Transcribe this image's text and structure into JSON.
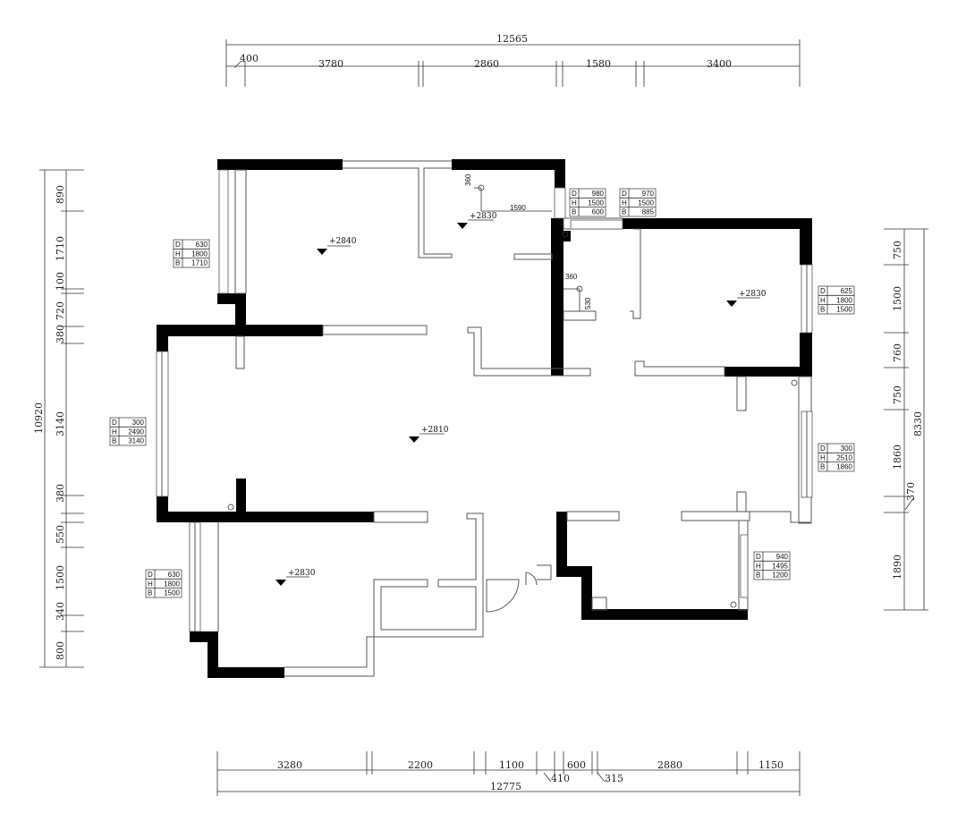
{
  "dimensions": {
    "top_total": "12565",
    "top_segments": [
      "400",
      "3780",
      "2860",
      "1580",
      "3400"
    ],
    "bottom_total": "12775",
    "bottom_segments": [
      "3280",
      "2200",
      "1100",
      "600",
      "2880",
      "1150"
    ],
    "bottom_offsets": [
      "410",
      "315"
    ],
    "left_total": "10920",
    "left_segments": [
      "890",
      "1710",
      "100",
      "720",
      "380",
      "3140",
      "380",
      "550",
      "1500",
      "340",
      "800"
    ],
    "right_total": "8330",
    "right_segments": [
      "750",
      "1500",
      "760",
      "750",
      "1860",
      "1890"
    ],
    "right_offset": "370"
  },
  "levels": [
    "+2840",
    "+2830",
    "+2810",
    "+2830",
    "+2830"
  ],
  "notes": {
    "n360a": "360",
    "n1590": "1590",
    "n360b": "360",
    "n530": "530"
  },
  "windows": [
    {
      "d": "630",
      "h": "1800",
      "b": "1710"
    },
    {
      "d": "980",
      "h": "1500",
      "b": "600"
    },
    {
      "d": "970",
      "h": "1500",
      "b": "885"
    },
    {
      "d": "625",
      "h": "1800",
      "b": "1500"
    },
    {
      "d": "300",
      "h": "2490",
      "b": "3140"
    },
    {
      "d": "300",
      "h": "2510",
      "b": "1860"
    },
    {
      "d": "630",
      "h": "1800",
      "b": "1500"
    },
    {
      "d": "940",
      "h": "1495",
      "b": "1200"
    }
  ],
  "window_keys": {
    "d": "D",
    "h": "H",
    "b": "B"
  }
}
